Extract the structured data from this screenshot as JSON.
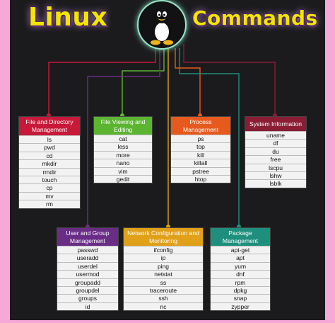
{
  "title": {
    "left": "Linux",
    "right": "Commands"
  },
  "colors": {
    "red": "#c8193a",
    "green": "#5cb531",
    "orange": "#e75a1e",
    "maroon": "#8a1d33",
    "purple": "#6a2d86",
    "yellow": "#e0a019",
    "teal": "#1f8f7d"
  },
  "icons": {
    "logo": "tux-penguin-icon"
  },
  "groups": [
    {
      "key": "file-directory",
      "title": "File and Directory Management",
      "color": "red",
      "items": [
        "ls",
        "pwd",
        "cd",
        "mkdir",
        "rmdir",
        "touch",
        "cp",
        "mv",
        "rm"
      ]
    },
    {
      "key": "file-viewing",
      "title": "File Viewing and Editing",
      "color": "green",
      "items": [
        "cat",
        "less",
        "more",
        "nano",
        "vim",
        "gedit"
      ]
    },
    {
      "key": "process",
      "title": "Process Management",
      "color": "orange",
      "items": [
        "ps",
        "top",
        "kill",
        "killall",
        "pstree",
        "htop"
      ]
    },
    {
      "key": "system-info",
      "title": "System Information",
      "color": "maroon",
      "items": [
        "uname",
        "df",
        "du",
        "free",
        "lscpu",
        "lshw",
        "lsblk"
      ]
    },
    {
      "key": "user-group",
      "title": "User and Group Management",
      "color": "purple",
      "items": [
        "passwd",
        "useradd",
        "userdel",
        "usermod",
        "groupadd",
        "groupdel",
        "groups",
        "id"
      ]
    },
    {
      "key": "network",
      "title": "Network Configuration and Monitoring",
      "color": "yellow",
      "items": [
        "ifconfig",
        "ip",
        "ping",
        "netstat",
        "ss",
        "traceroute",
        "ssh",
        "nc"
      ]
    },
    {
      "key": "package",
      "title": "Package Management",
      "color": "teal",
      "items": [
        "apt-get",
        "apt",
        "yum",
        "dnf",
        "rpm",
        "dpkg",
        "snap",
        "zypper"
      ]
    }
  ]
}
